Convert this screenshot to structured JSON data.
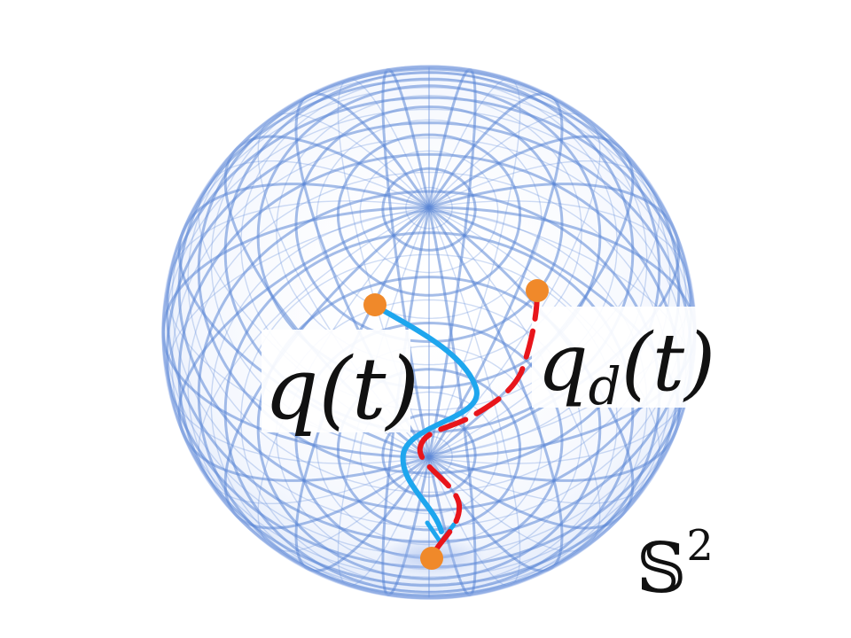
{
  "labels": {
    "point_q": "q(t)",
    "point_qd_base": "q",
    "point_qd_sub": "d",
    "point_qd_rest": "(t)",
    "manifold": "𝕊",
    "manifold_exp": "2"
  },
  "colors": {
    "mesh": "#5b86d6",
    "trajectory_actual": "#1ea6ee",
    "trajectory_desired": "#e8151b",
    "points": "#f0892a"
  }
}
